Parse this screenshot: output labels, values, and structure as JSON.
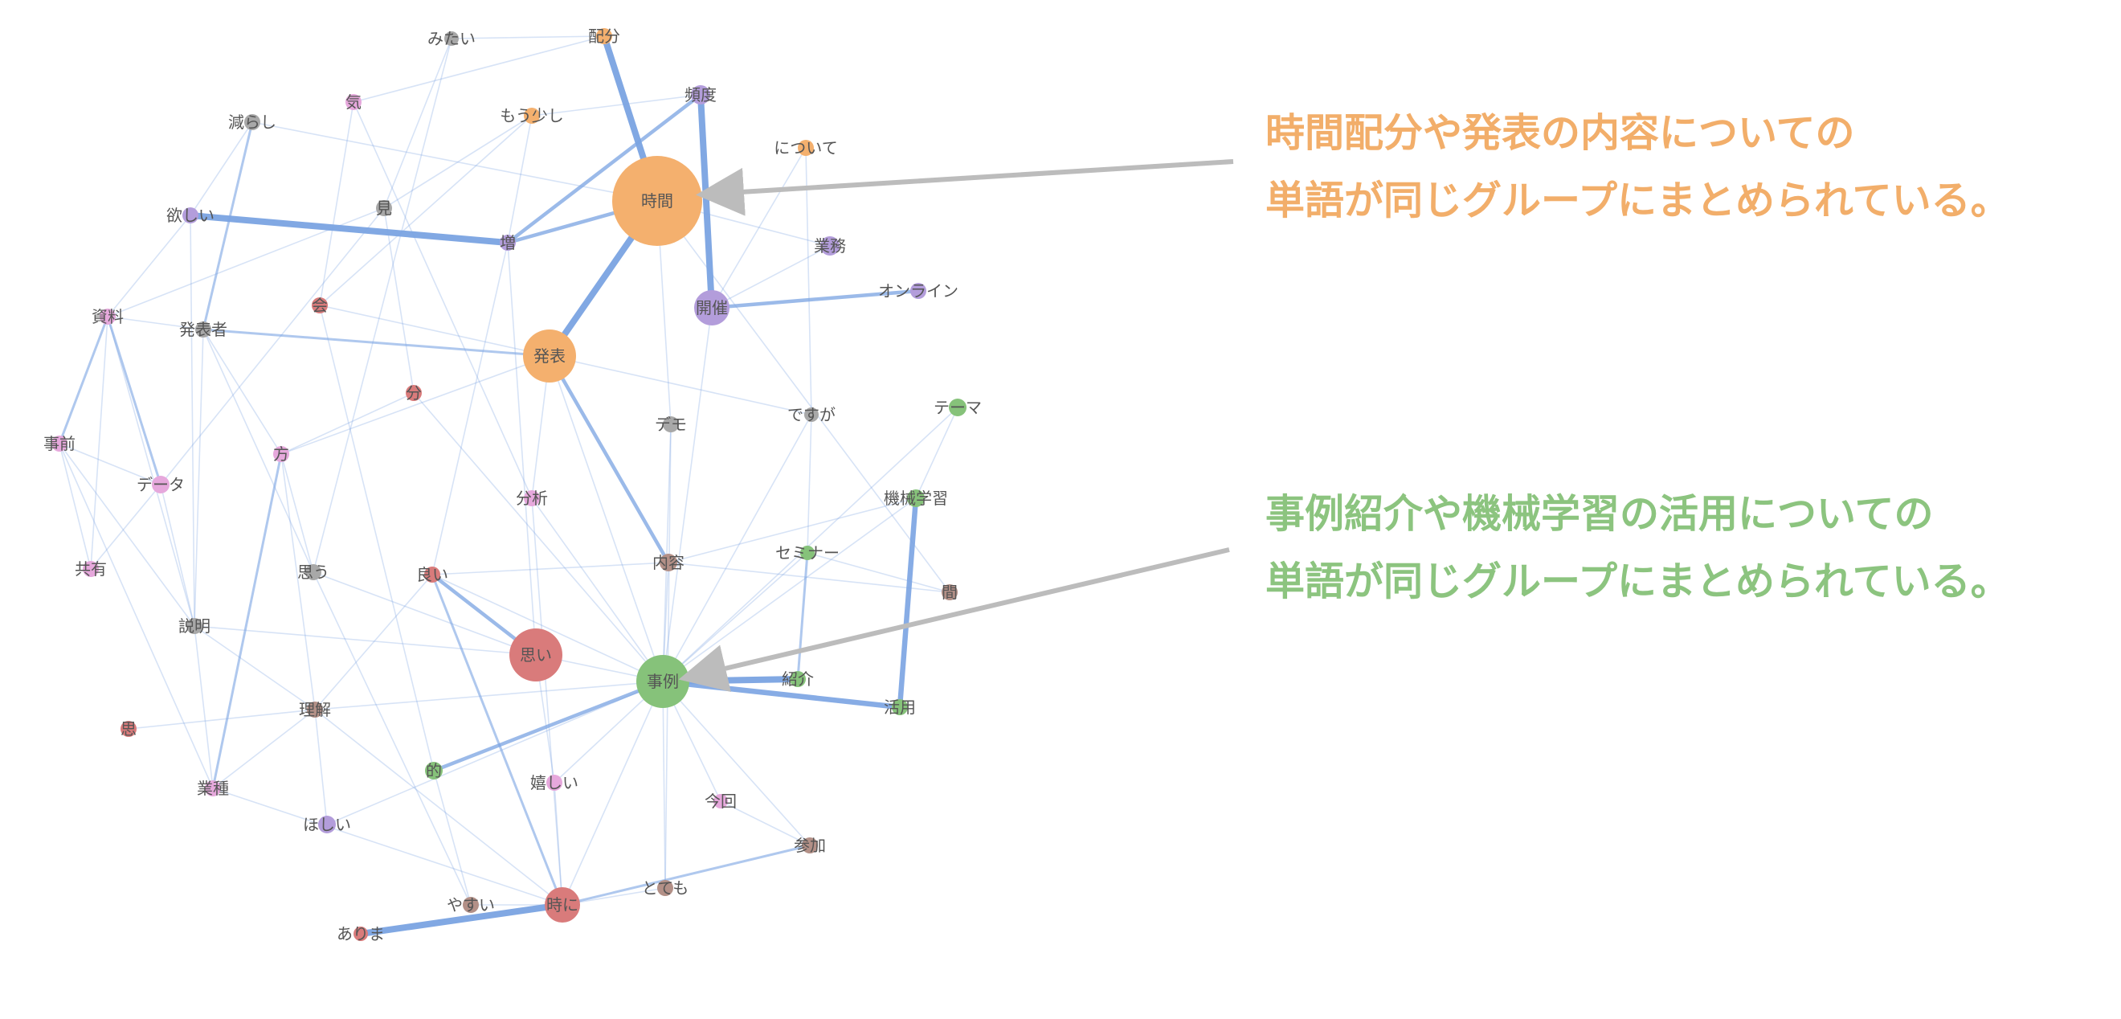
{
  "palette": {
    "orange": "#f4b06e",
    "purple": "#b39ddb",
    "green": "#86c27a",
    "red": "#d97b7b",
    "pink": "#e6a8dc",
    "gray": "#a8a8a8",
    "brown": "#b39087",
    "edge": "#7aa3e2",
    "arrow": "#bcbcbc"
  },
  "nodes": [
    {
      "id": "jikan",
      "label": "時間",
      "color": "orange",
      "size": 56
    },
    {
      "id": "happyou",
      "label": "発表",
      "color": "orange",
      "size": 33
    },
    {
      "id": "haibun",
      "label": "配分",
      "color": "orange",
      "size": 10
    },
    {
      "id": "mousukoshi",
      "label": "もう少し",
      "color": "orange",
      "size": 10
    },
    {
      "id": "nitsuite",
      "label": "について",
      "color": "orange",
      "size": 10
    },
    {
      "id": "hindo",
      "label": "頻度",
      "color": "purple",
      "size": 12
    },
    {
      "id": "kaisai",
      "label": "開催",
      "color": "purple",
      "size": 22
    },
    {
      "id": "gyoumu",
      "label": "業務",
      "color": "purple",
      "size": 12
    },
    {
      "id": "online",
      "label": "オンライン",
      "color": "purple",
      "size": 10
    },
    {
      "id": "hoshii",
      "label": "欲しい",
      "color": "purple",
      "size": 10
    },
    {
      "id": "zou",
      "label": "増",
      "color": "purple",
      "size": 10
    },
    {
      "id": "hoshii2",
      "label": "ほしい",
      "color": "purple",
      "size": 11
    },
    {
      "id": "jirei",
      "label": "事例",
      "color": "green",
      "size": 33
    },
    {
      "id": "theme",
      "label": "テーマ",
      "color": "green",
      "size": 11
    },
    {
      "id": "kikai",
      "label": "機械学習",
      "color": "green",
      "size": 11
    },
    {
      "id": "seminar",
      "label": "セミナー",
      "color": "green",
      "size": 9
    },
    {
      "id": "shoukai",
      "label": "紹介",
      "color": "green",
      "size": 10
    },
    {
      "id": "katsuyou",
      "label": "活用",
      "color": "green",
      "size": 10
    },
    {
      "id": "teki",
      "label": "的",
      "color": "green",
      "size": 11
    },
    {
      "id": "omoi",
      "label": "思い",
      "color": "red",
      "size": 33
    },
    {
      "id": "tokini",
      "label": "時に",
      "color": "red",
      "size": 22
    },
    {
      "id": "kai",
      "label": "会",
      "color": "red",
      "size": 10
    },
    {
      "id": "bun",
      "label": "分",
      "color": "red",
      "size": 10
    },
    {
      "id": "yoi",
      "label": "良い",
      "color": "red",
      "size": 10
    },
    {
      "id": "nen",
      "label": "思",
      "color": "red",
      "size": 10
    },
    {
      "id": "arima",
      "label": "ありま",
      "color": "red",
      "size": 9
    },
    {
      "id": "ki",
      "label": "気",
      "color": "pink",
      "size": 10
    },
    {
      "id": "shiryou",
      "label": "資料",
      "color": "pink",
      "size": 10
    },
    {
      "id": "jizen",
      "label": "事前",
      "color": "pink",
      "size": 10
    },
    {
      "id": "data",
      "label": "データ",
      "color": "pink",
      "size": 11
    },
    {
      "id": "kyouyuu",
      "label": "共有",
      "color": "pink",
      "size": 10
    },
    {
      "id": "kata",
      "label": "方",
      "color": "pink",
      "size": 10
    },
    {
      "id": "bunseki",
      "label": "分析",
      "color": "pink",
      "size": 10
    },
    {
      "id": "ureshii",
      "label": "嬉しい",
      "color": "pink",
      "size": 10
    },
    {
      "id": "konkai",
      "label": "今回",
      "color": "pink",
      "size": 9
    },
    {
      "id": "gyoushu",
      "label": "業種",
      "color": "pink",
      "size": 10
    },
    {
      "id": "mitai",
      "label": "みたい",
      "color": "gray",
      "size": 9
    },
    {
      "id": "herashi",
      "label": "減らし",
      "color": "gray",
      "size": 10
    },
    {
      "id": "mi",
      "label": "見",
      "color": "gray",
      "size": 10
    },
    {
      "id": "happyousha",
      "label": "発表者",
      "color": "gray",
      "size": 10
    },
    {
      "id": "demo",
      "label": "デモ",
      "color": "gray",
      "size": 10
    },
    {
      "id": "desuga",
      "label": "ですが",
      "color": "gray",
      "size": 9
    },
    {
      "id": "omou",
      "label": "思う",
      "color": "gray",
      "size": 10
    },
    {
      "id": "setsumei",
      "label": "説明",
      "color": "gray",
      "size": 10
    },
    {
      "id": "naiyou",
      "label": "内容",
      "color": "brown",
      "size": 11
    },
    {
      "id": "ma",
      "label": "間",
      "color": "brown",
      "size": 10
    },
    {
      "id": "rikai",
      "label": "理解",
      "color": "brown",
      "size": 10
    },
    {
      "id": "sanka",
      "label": "参加",
      "color": "brown",
      "size": 10
    },
    {
      "id": "totemo",
      "label": "とても",
      "color": "brown",
      "size": 10
    },
    {
      "id": "yasui",
      "label": "やすい",
      "color": "brown",
      "size": 10
    }
  ],
  "edges": [
    {
      "source": "haibun",
      "target": "jikan",
      "weight": 5
    },
    {
      "source": "jikan",
      "target": "happyou",
      "weight": 5
    },
    {
      "source": "hindo",
      "target": "kaisai",
      "weight": 5
    },
    {
      "source": "hoshii",
      "target": "zou",
      "weight": 5
    },
    {
      "source": "jirei",
      "target": "shoukai",
      "weight": 5
    },
    {
      "source": "jirei",
      "target": "katsuyou",
      "weight": 4
    },
    {
      "source": "tokini",
      "target": "arima",
      "weight": 5
    },
    {
      "source": "kikai",
      "target": "katsuyou",
      "weight": 4
    },
    {
      "source": "zou",
      "target": "hindo",
      "weight": 3
    },
    {
      "source": "zou",
      "target": "jikan",
      "weight": 3
    },
    {
      "source": "kaisai",
      "target": "online",
      "weight": 3
    },
    {
      "source": "happyou",
      "target": "naiyou",
      "weight": 3
    },
    {
      "source": "jirei",
      "target": "teki",
      "weight": 3
    },
    {
      "source": "yoi",
      "target": "omoi",
      "weight": 3
    },
    {
      "source": "yoi",
      "target": "tokini",
      "weight": 2
    },
    {
      "source": "happyousha",
      "target": "happyou",
      "weight": 2
    },
    {
      "source": "shiryou",
      "target": "data",
      "weight": 2
    },
    {
      "source": "shiryou",
      "target": "jizen",
      "weight": 2
    },
    {
      "source": "kata",
      "target": "gyoushu",
      "weight": 2
    },
    {
      "source": "herashi",
      "target": "happyousha",
      "weight": 2
    },
    {
      "source": "seminar",
      "target": "shoukai",
      "weight": 2
    },
    {
      "source": "tokini",
      "target": "sanka",
      "weight": 2
    },
    {
      "source": "ki",
      "target": "haibun",
      "weight": 1
    },
    {
      "source": "mitai",
      "target": "haibun",
      "weight": 1
    },
    {
      "source": "mitai",
      "target": "omou",
      "weight": 1
    },
    {
      "source": "mitai",
      "target": "mi",
      "weight": 1
    },
    {
      "source": "ki",
      "target": "kai",
      "weight": 1
    },
    {
      "source": "ki",
      "target": "bunseki",
      "weight": 1
    },
    {
      "source": "mousukoshi",
      "target": "hindo",
      "weight": 1
    },
    {
      "source": "mousukoshi",
      "target": "zou",
      "weight": 1
    },
    {
      "source": "mousukoshi",
      "target": "mi",
      "weight": 1
    },
    {
      "source": "mousukoshi",
      "target": "kai",
      "weight": 1
    },
    {
      "source": "herashi",
      "target": "hoshii",
      "weight": 1
    },
    {
      "source": "herashi",
      "target": "jikan",
      "weight": 1
    },
    {
      "source": "nitsuite",
      "target": "desuga",
      "weight": 1
    },
    {
      "source": "nitsuite",
      "target": "kaisai",
      "weight": 1
    },
    {
      "source": "gyoumu",
      "target": "kaisai",
      "weight": 1
    },
    {
      "source": "gyoumu",
      "target": "jikan",
      "weight": 1
    },
    {
      "source": "mi",
      "target": "shiryou",
      "weight": 1
    },
    {
      "source": "mi",
      "target": "bun",
      "weight": 1
    },
    {
      "source": "mi",
      "target": "data",
      "weight": 1
    },
    {
      "source": "zou",
      "target": "omoi",
      "weight": 1
    },
    {
      "source": "zou",
      "target": "yoi",
      "weight": 1
    },
    {
      "source": "hoshii",
      "target": "shiryou",
      "weight": 1
    },
    {
      "source": "hoshii",
      "target": "setsumei",
      "weight": 1
    },
    {
      "source": "kai",
      "target": "happyou",
      "weight": 1
    },
    {
      "source": "kai",
      "target": "teki",
      "weight": 1
    },
    {
      "source": "shiryou",
      "target": "kyouyuu",
      "weight": 1
    },
    {
      "source": "shiryou",
      "target": "happyousha",
      "weight": 1
    },
    {
      "source": "shiryou",
      "target": "setsumei",
      "weight": 1
    },
    {
      "source": "happyousha",
      "target": "setsumei",
      "weight": 1
    },
    {
      "source": "happyousha",
      "target": "omou",
      "weight": 1
    },
    {
      "source": "happyousha",
      "target": "kata",
      "weight": 1
    },
    {
      "source": "bun",
      "target": "kata",
      "weight": 1
    },
    {
      "source": "bun",
      "target": "jirei",
      "weight": 1
    },
    {
      "source": "happyou",
      "target": "jirei",
      "weight": 1
    },
    {
      "source": "happyou",
      "target": "desuga",
      "weight": 1
    },
    {
      "source": "happyou",
      "target": "kata",
      "weight": 1
    },
    {
      "source": "happyou",
      "target": "bunseki",
      "weight": 1
    },
    {
      "source": "jikan",
      "target": "demo",
      "weight": 1
    },
    {
      "source": "jikan",
      "target": "ma",
      "weight": 1
    },
    {
      "source": "kaisai",
      "target": "jirei",
      "weight": 1
    },
    {
      "source": "demo",
      "target": "jirei",
      "weight": 1
    },
    {
      "source": "demo",
      "target": "totemo",
      "weight": 1
    },
    {
      "source": "desuga",
      "target": "jirei",
      "weight": 1
    },
    {
      "source": "desuga",
      "target": "seminar",
      "weight": 1
    },
    {
      "source": "theme",
      "target": "jirei",
      "weight": 1
    },
    {
      "source": "theme",
      "target": "kikai",
      "weight": 1
    },
    {
      "source": "kikai",
      "target": "jirei",
      "weight": 1
    },
    {
      "source": "kikai",
      "target": "naiyou",
      "weight": 1
    },
    {
      "source": "jizen",
      "target": "kyouyuu",
      "weight": 1
    },
    {
      "source": "jizen",
      "target": "data",
      "weight": 1
    },
    {
      "source": "jizen",
      "target": "setsumei",
      "weight": 1
    },
    {
      "source": "jizen",
      "target": "gyoushu",
      "weight": 1
    },
    {
      "source": "data",
      "target": "setsumei",
      "weight": 1
    },
    {
      "source": "kyouyuu",
      "target": "data",
      "weight": 1
    },
    {
      "source": "kata",
      "target": "omou",
      "weight": 1
    },
    {
      "source": "kata",
      "target": "rikai",
      "weight": 1
    },
    {
      "source": "bunseki",
      "target": "jirei",
      "weight": 1
    },
    {
      "source": "bunseki",
      "target": "tokini",
      "weight": 1
    },
    {
      "source": "naiyou",
      "target": "jirei",
      "weight": 1
    },
    {
      "source": "naiyou",
      "target": "ma",
      "weight": 1
    },
    {
      "source": "naiyou",
      "target": "yoi",
      "weight": 1
    },
    {
      "source": "seminar",
      "target": "jirei",
      "weight": 1
    },
    {
      "source": "seminar",
      "target": "ma",
      "weight": 1
    },
    {
      "source": "omou",
      "target": "omoi",
      "weight": 1
    },
    {
      "source": "omou",
      "target": "yasui",
      "weight": 1
    },
    {
      "source": "yoi",
      "target": "rikai",
      "weight": 1
    },
    {
      "source": "yoi",
      "target": "jirei",
      "weight": 1
    },
    {
      "source": "setsumei",
      "target": "omoi",
      "weight": 1
    },
    {
      "source": "setsumei",
      "target": "gyoushu",
      "weight": 1
    },
    {
      "source": "setsumei",
      "target": "rikai",
      "weight": 1
    },
    {
      "source": "omoi",
      "target": "ureshii",
      "weight": 1
    },
    {
      "source": "omoi",
      "target": "jirei",
      "weight": 1
    },
    {
      "source": "jirei",
      "target": "ureshii",
      "weight": 1
    },
    {
      "source": "jirei",
      "target": "konkai",
      "weight": 1
    },
    {
      "source": "jirei",
      "target": "sanka",
      "weight": 1
    },
    {
      "source": "jirei",
      "target": "tokini",
      "weight": 1
    },
    {
      "source": "jirei",
      "target": "totemo",
      "weight": 1
    },
    {
      "source": "jirei",
      "target": "hoshii2",
      "weight": 1
    },
    {
      "source": "jirei",
      "target": "rikai",
      "weight": 1
    },
    {
      "source": "nen",
      "target": "rikai",
      "weight": 1
    },
    {
      "source": "rikai",
      "target": "tokini",
      "weight": 1
    },
    {
      "source": "rikai",
      "target": "hoshii2",
      "weight": 1
    },
    {
      "source": "teki",
      "target": "yasui",
      "weight": 1
    },
    {
      "source": "ureshii",
      "target": "tokini",
      "weight": 1
    },
    {
      "source": "konkai",
      "target": "sanka",
      "weight": 1
    },
    {
      "source": "totemo",
      "target": "tokini",
      "weight": 1
    },
    {
      "source": "gyoushu",
      "target": "tokini",
      "weight": 1
    },
    {
      "source": "gyoushu",
      "target": "rikai",
      "weight": 1
    },
    {
      "source": "yasui",
      "target": "tokini",
      "weight": 1
    }
  ],
  "annotations": [
    {
      "id": "time",
      "color": "#f2ae6a",
      "lines": [
        "時間配分や発表の内容についての",
        "単語が同じグループにまとめられている。"
      ],
      "points_to": "jikan"
    },
    {
      "id": "case",
      "color": "#8cc47f",
      "lines": [
        "事例紹介や機械学習の活用についての",
        "単語が同じグループにまとめられている。"
      ],
      "points_to": "jirei"
    }
  ]
}
